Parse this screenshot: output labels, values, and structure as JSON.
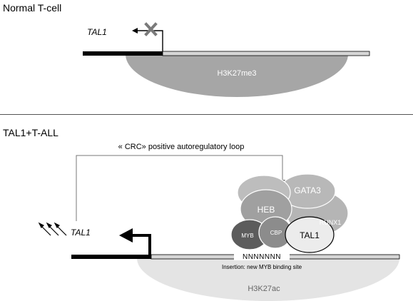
{
  "panels": {
    "normal": {
      "title": "Normal T-cell",
      "gene_label": "TAL1",
      "histone_mark": "H3K27me3"
    },
    "tall": {
      "title": "TAL1+T-ALL",
      "loop_label": "« CRC» positive autoregulatory loop",
      "gene_label": "TAL1",
      "insertion_seq": "NNNNNNN",
      "insertion_label": "Insertion: new MYB binding site",
      "histone_mark": "H3K27ac",
      "complex": {
        "heb": "HEB",
        "gata3": "GATA3",
        "runx1": "RUNX1",
        "myb": "MYB",
        "cbp": "CBP",
        "tal1": "TAL1"
      }
    }
  },
  "colors": {
    "line": "#000000",
    "gene_bar_grey": "#d6d6d6",
    "h3k27me3_fill": "#a6a6a6",
    "h3k27ac_fill": "#e4e4e4",
    "blocked_x": "#7a7a7a",
    "heb_fill": "#a0a0a0",
    "gata3_fill": "#b8b8b8",
    "runx1_fill": "#b5b5b5",
    "myb_fill": "#5c5c5c",
    "cbp_fill": "#8c8c8c",
    "tal1_fill": "#ececec",
    "separator": "#555555"
  }
}
